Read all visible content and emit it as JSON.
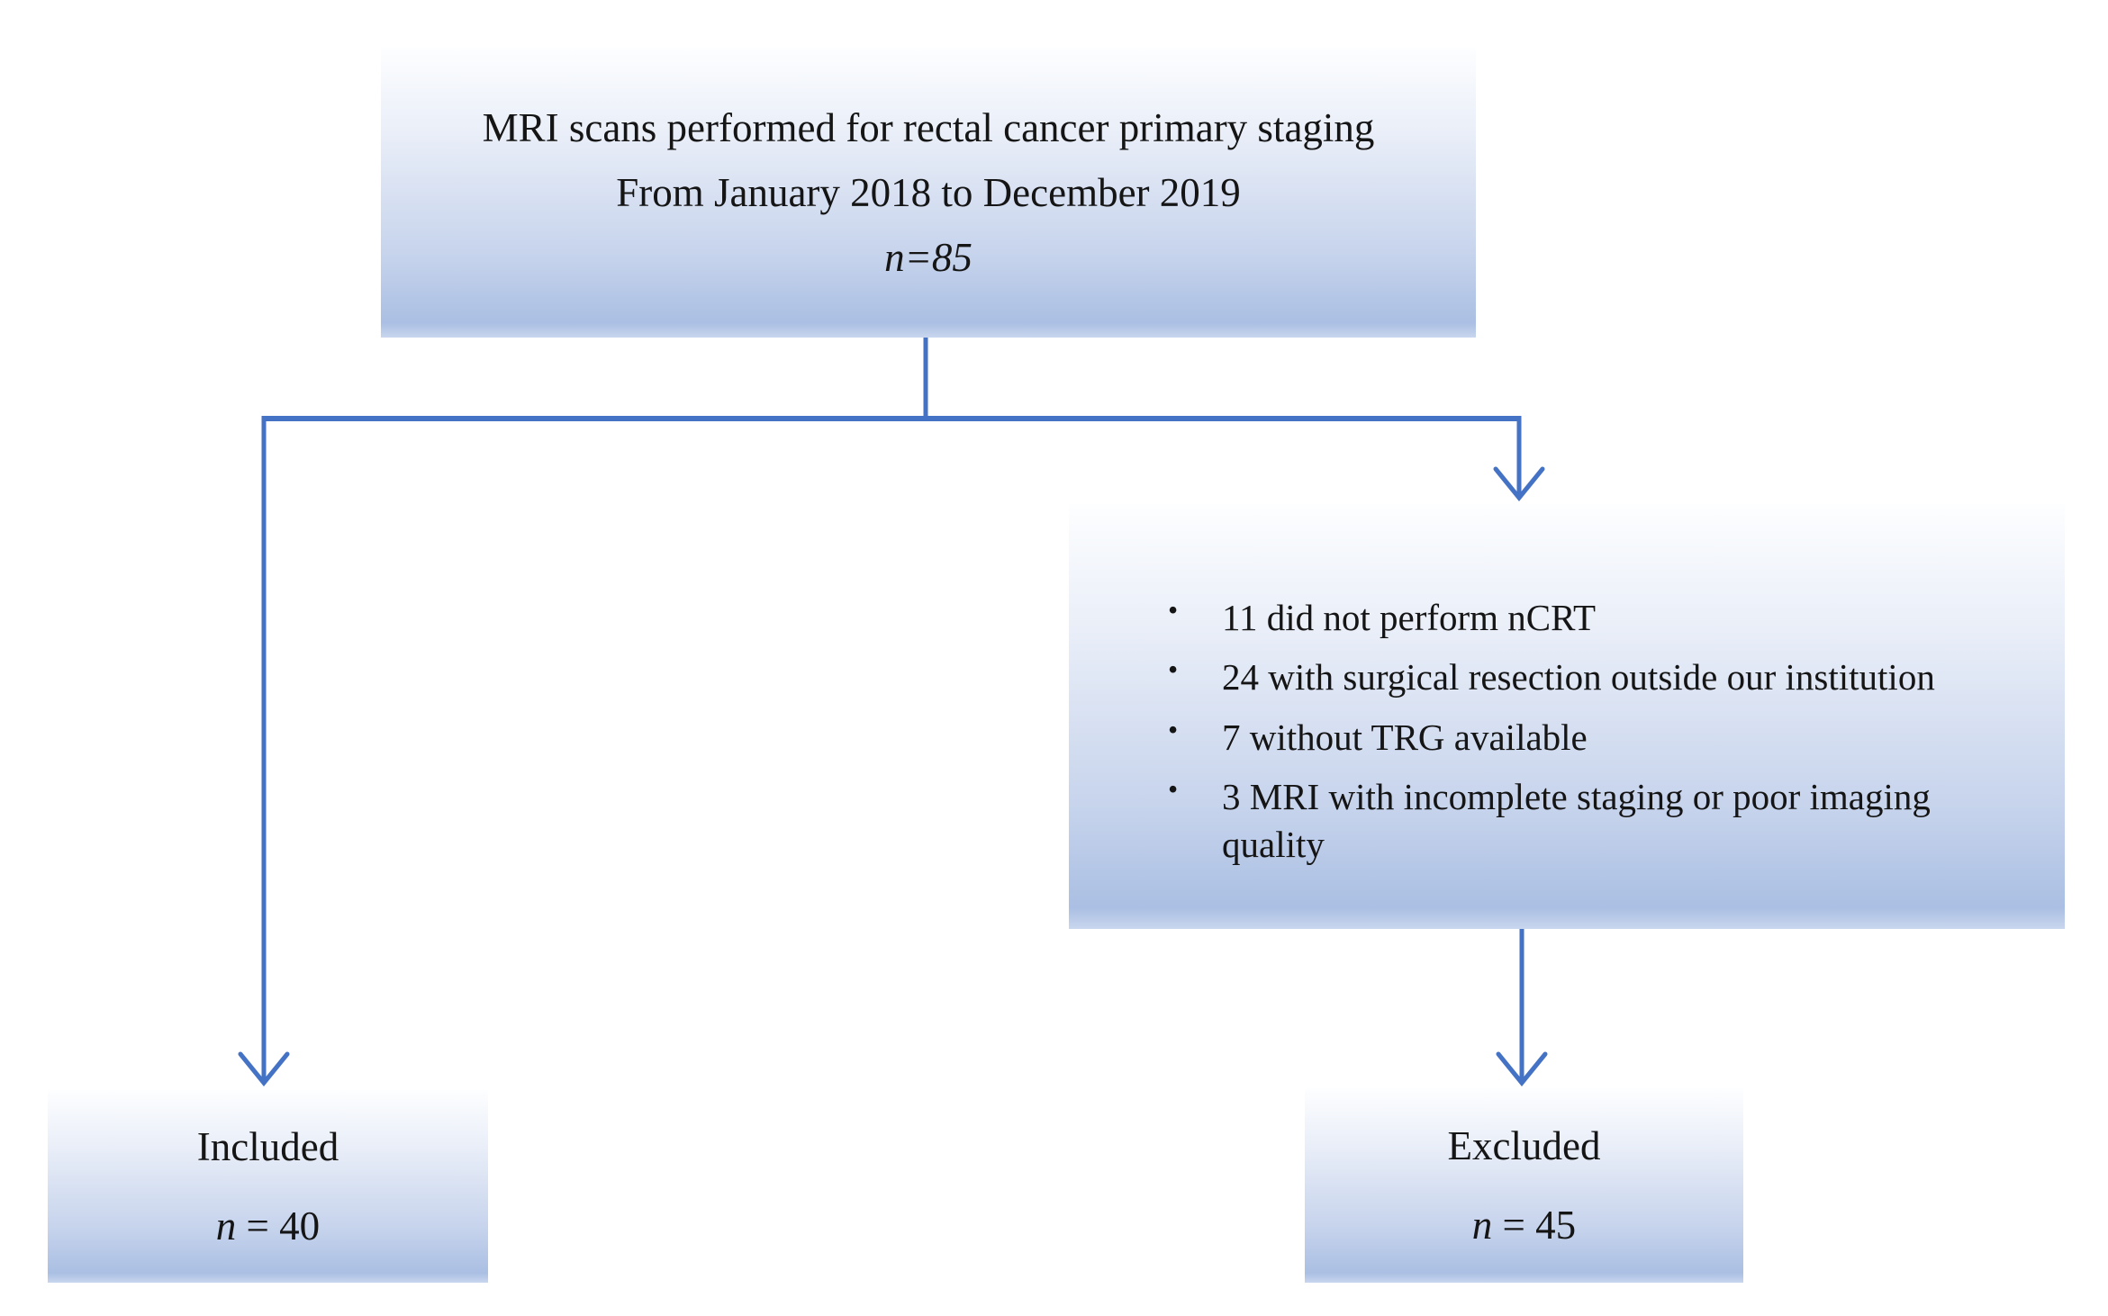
{
  "page": {
    "background": "#ffffff"
  },
  "diagram": {
    "type": "flowchart",
    "bullet_glyph": "•",
    "colors": {
      "arrow": "#4472c4",
      "box_gradient_top": "#fdfeff",
      "box_gradient_bottom": "#aabfe3",
      "text": "#151515"
    },
    "top_box": {
      "line1": "MRI scans performed for rectal cancer primary staging",
      "line2": "From January 2018 to December 2019",
      "n_label": "n=85"
    },
    "exclusion_box": {
      "items": [
        "11 did not perform nCRT",
        "24 with surgical resection outside our institution",
        "7 without TRG available",
        "3 MRI with incomplete staging or poor imaging quality"
      ]
    },
    "included_box": {
      "label": "Included",
      "n_italic": "n",
      "n_rest": " = 40"
    },
    "excluded_box": {
      "label": "Excluded",
      "n_italic": "n",
      "n_rest": " = 45"
    }
  }
}
